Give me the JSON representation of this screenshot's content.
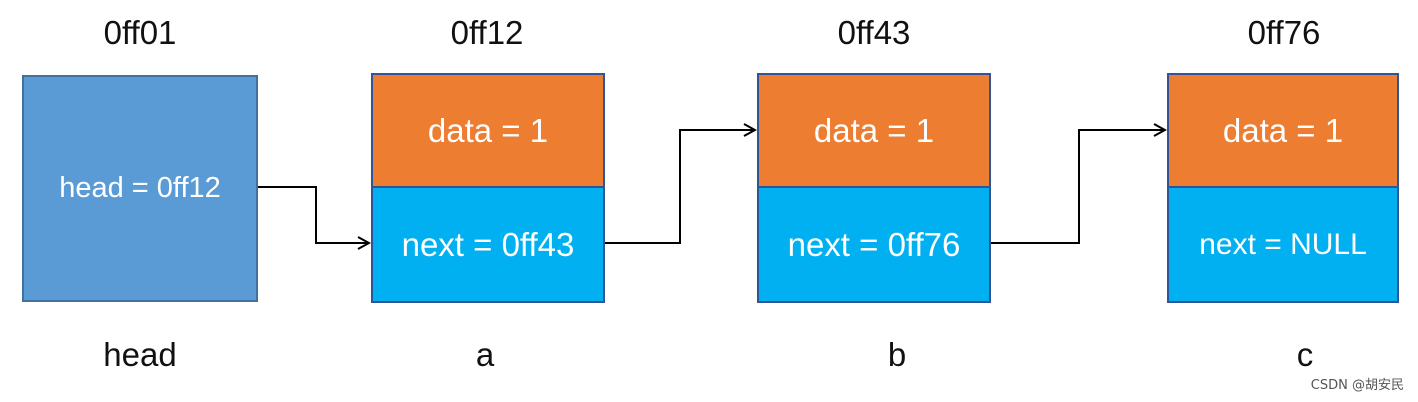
{
  "addresses": {
    "head": "0ff01",
    "a": "0ff12",
    "b": "0ff43",
    "c": "0ff76"
  },
  "head_box": {
    "text": "head = 0ff12"
  },
  "nodes": [
    {
      "data": "data = 1",
      "next": "next = 0ff43"
    },
    {
      "data": "data = 1",
      "next": "next = 0ff76"
    },
    {
      "data": "data = 1",
      "next": "next = NULL"
    }
  ],
  "labels": {
    "head": "head",
    "a": "a",
    "b": "b",
    "c": "c"
  },
  "watermark": "CSDN @胡安民",
  "colors": {
    "head_fill": "#5B9BD5",
    "data_fill": "#ED7D31",
    "next_fill": "#00B0F0",
    "arrow": "#000000"
  }
}
